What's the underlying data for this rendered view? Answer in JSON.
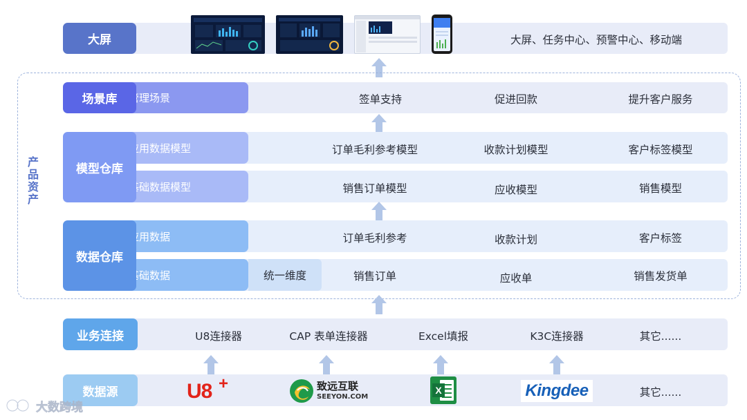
{
  "top": {
    "label": "大屏",
    "summary": "大屏、任务中心、预警中心、移动端"
  },
  "asset_section": {
    "title": "产品资产"
  },
  "scene": {
    "label": "场景库",
    "sub": "管理场景",
    "items": [
      "签单支持",
      "促进回款",
      "提升客户服务"
    ]
  },
  "model_warehouse": {
    "label": "模型仓库",
    "app_row": {
      "sub": "应用数据模型",
      "items": [
        "订单毛利参考模型",
        "收款计划模型",
        "客户标签模型"
      ]
    },
    "base_row": {
      "sub": "基础数据模型",
      "items": [
        "销售订单模型",
        "应收模型",
        "销售模型"
      ]
    }
  },
  "data_warehouse": {
    "label": "数据仓库",
    "app_row": {
      "sub": "应用数据",
      "items": [
        "订单毛利参考",
        "收款计划",
        "客户标签"
      ]
    },
    "base_row": {
      "sub": "基础数据",
      "dimension": "统一维度",
      "items": [
        "销售订单",
        "应收单",
        "销售发货单"
      ]
    }
  },
  "connectors": {
    "label": "业务连接",
    "items": [
      "U8连接器",
      "CAP 表单连接器",
      "Excel填报",
      "K3C连接器",
      "其它......"
    ]
  },
  "sources": {
    "label": "数据源",
    "u8_logo": "U8",
    "u8_plus": "+",
    "seeyon_cn": "致远互联",
    "seeyon_en": "SEEYON.COM",
    "excel_letter": "X",
    "kingdee": "Kingdee",
    "other": "其它......"
  },
  "watermark": "大数跨境",
  "colors": {
    "top_label": "#5874c9",
    "scene_label": "#5a66e6",
    "scene_sub": "#8b98f0",
    "model_label": "#7f9af3",
    "model_sub": "#a9baf7",
    "dw_label": "#5c93e6",
    "dw_sub": "#8dbcf5",
    "conn_label": "#5fa6ea",
    "src_label": "#9ccbf2",
    "arrow": "#b2c6e7"
  }
}
